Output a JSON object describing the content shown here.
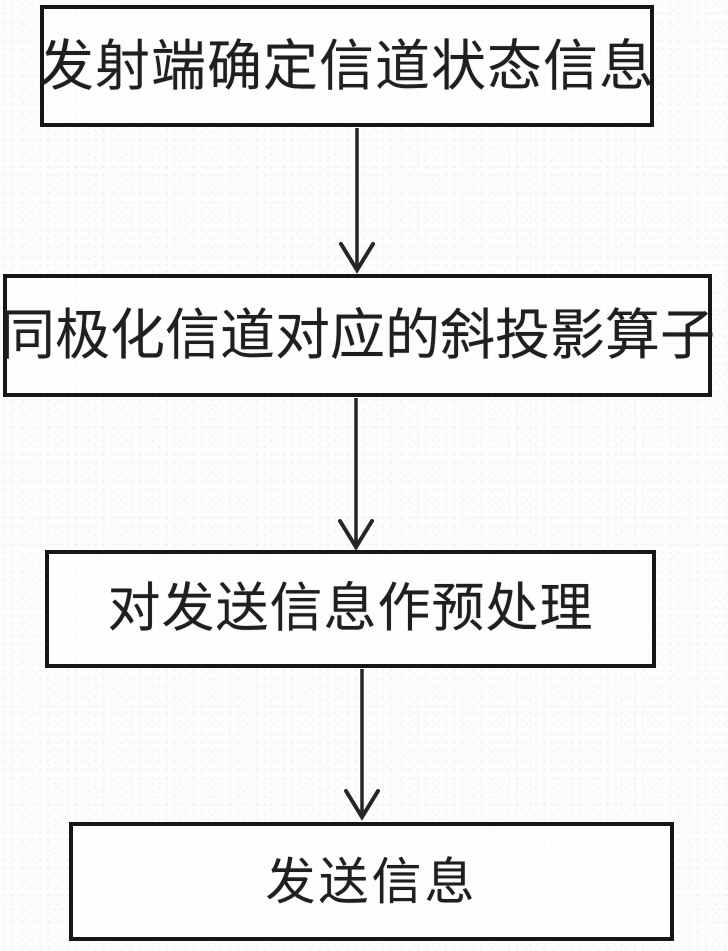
{
  "diagram": {
    "type": "flowchart",
    "direction": "top-down",
    "steps": [
      {
        "id": "step-1",
        "label": "发射端确定信道状态信息"
      },
      {
        "id": "step-2",
        "label": "同极化信道对应的斜投影算子"
      },
      {
        "id": "step-3",
        "label": "对发送信息作预处理"
      },
      {
        "id": "step-4",
        "label": "发送信息"
      }
    ],
    "connections": [
      {
        "from": "step-1",
        "to": "step-2",
        "style": "vertical-arrow-down"
      },
      {
        "from": "step-2",
        "to": "step-3",
        "style": "vertical-arrow-down"
      },
      {
        "from": "step-3",
        "to": "step-4",
        "style": "vertical-arrow-down"
      }
    ],
    "colors": {
      "background": "#fdfdfc",
      "box_border": "#161616",
      "box_fill": "#fefefe",
      "text": "#1f1f1f",
      "arrow": "#262626"
    }
  }
}
